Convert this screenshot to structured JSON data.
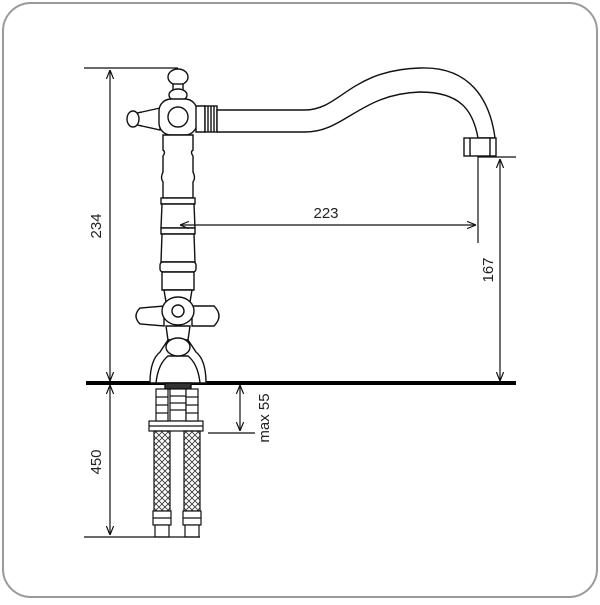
{
  "dimensions": {
    "total_height": "234",
    "spout_reach": "223",
    "spout_height": "167",
    "countertop_max": "max 55",
    "hose_length": "450"
  }
}
